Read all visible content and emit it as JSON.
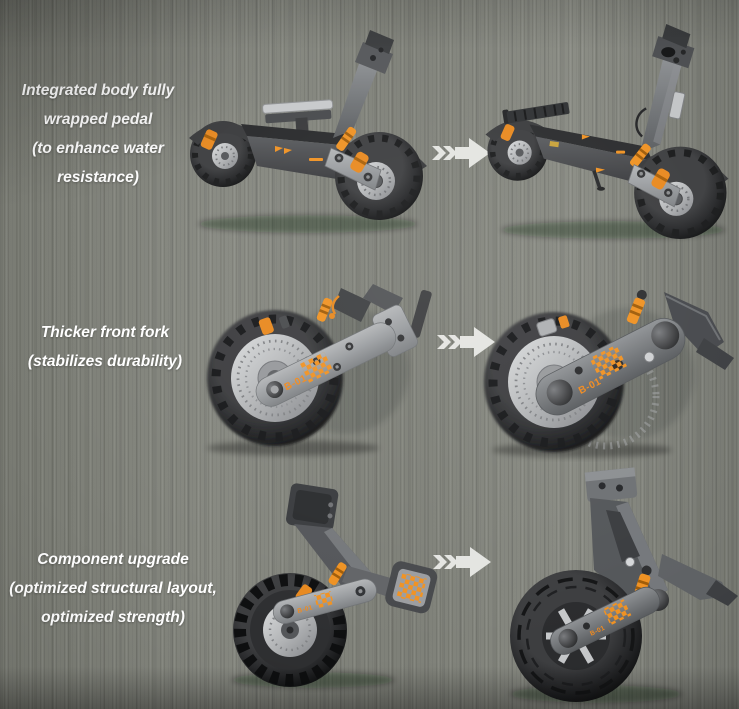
{
  "panels": [
    {
      "label": "Integrated body fully\nwrapped pedal\n(to enhance water\nresistance)"
    },
    {
      "label": "Thicker front fork\n(stabilizes durability)",
      "part_label": "B-01"
    },
    {
      "label": "Component upgrade\n(optimized structural layout,\noptimized strength)",
      "part_label": "B-01"
    }
  ],
  "icons": {
    "progress_arrow": "double-chevron-right-arrow"
  },
  "colors": {
    "background": "#82847c",
    "label_text": "#ffffff",
    "accent_orange": "#ef9223",
    "arrow_fill": "#e4e5e1",
    "body_dark": "#454749",
    "metal_light": "#9a9da0"
  }
}
